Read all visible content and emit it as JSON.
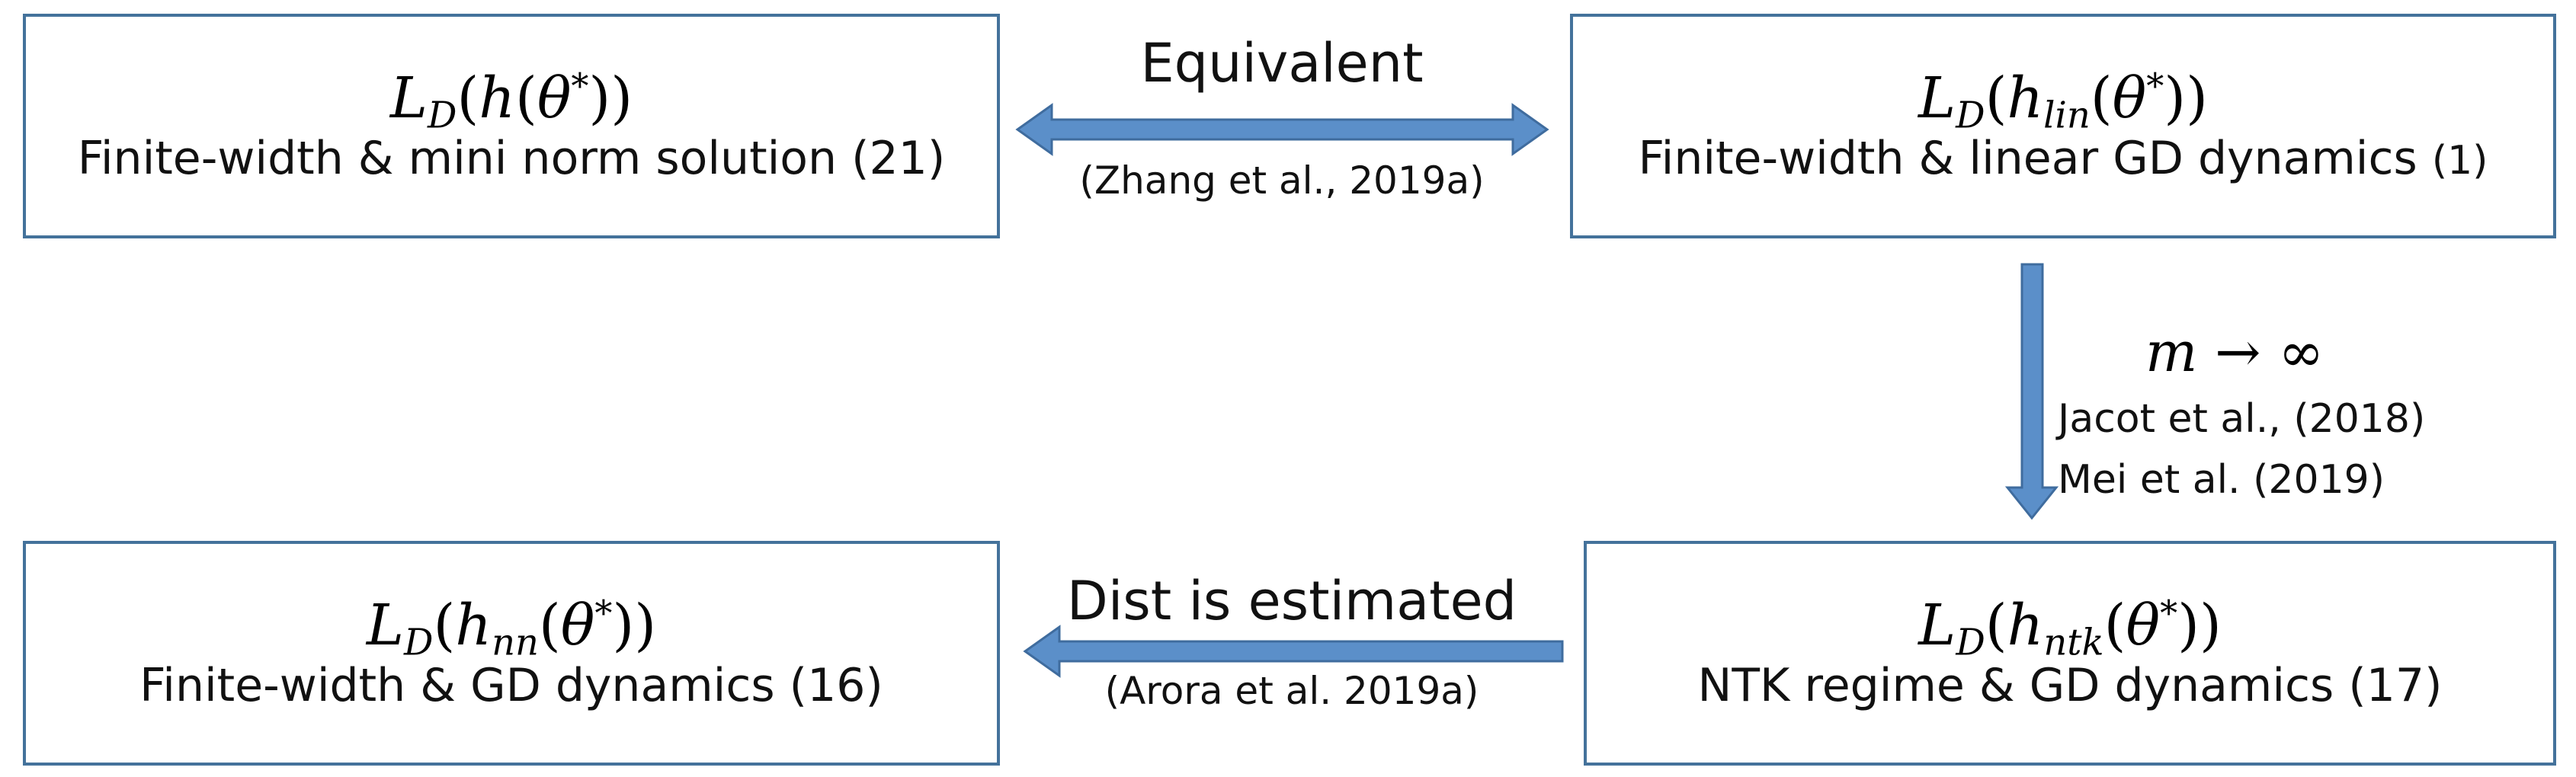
{
  "colors": {
    "box_border": "#44729b",
    "arrow_fill": "#5b8fc9",
    "arrow_stroke": "#3f6c9e"
  },
  "boxes": {
    "top_left": {
      "math": {
        "h": "h",
        "sub": ""
      },
      "desc": "Finite-width & mini norm solution",
      "ref": "(21)"
    },
    "top_right": {
      "math": {
        "h": "h",
        "sub": "lin"
      },
      "desc": "Finite-width & linear GD dynamics",
      "ref": "(1)"
    },
    "bottom_left": {
      "math": {
        "h": "h",
        "sub": "nn"
      },
      "desc": "Finite-width & GD dynamics",
      "ref": "(16)"
    },
    "bottom_right": {
      "math": {
        "h": "h",
        "sub": "ntk"
      },
      "desc": "NTK regime & GD dynamics",
      "ref": "(17)"
    }
  },
  "math_common": {
    "L": "L",
    "L_sub": "D",
    "open": "(",
    "theta": "θ",
    "star": "*",
    "close_inner": ")",
    "close_outer": ")"
  },
  "arrows": {
    "top": {
      "label": "Equivalent",
      "citation": "(Zhang et al., 2019a)"
    },
    "right": {
      "label": "m → ∞",
      "citation_1": "Jacot et al., (2018)",
      "citation_2": "Mei et al. (2019)"
    },
    "bottom": {
      "label": "Dist is estimated",
      "citation": "(Arora et al. 2019a)"
    }
  }
}
